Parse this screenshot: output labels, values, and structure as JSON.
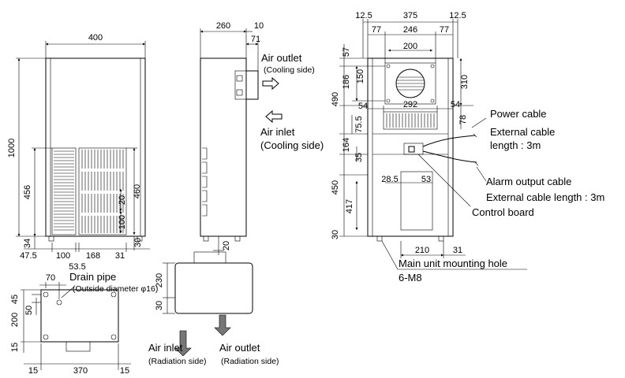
{
  "front_view": {
    "width": "400",
    "height": "1000",
    "dim_456": "456",
    "dim_460": "460",
    "dim_20": "20",
    "dim_100": "100",
    "dim_30": "30",
    "dim_34": "34",
    "dim_47_5": "47.5",
    "dim_100b": "100",
    "dim_168": "168",
    "dim_31": "31",
    "dim_53_5": "53.5"
  },
  "side_view": {
    "depth": "260",
    "dim_10": "10",
    "dim_71": "71",
    "dim_20": "20",
    "air_outlet": "Air outlet",
    "cooling_side_1": "(Cooling side)",
    "air_inlet": "Air inlet",
    "cooling_side_2": "(Cooling side)"
  },
  "rear_view": {
    "dim_12_5_l": "12.5",
    "dim_375": "375",
    "dim_12_5_r": "12.5",
    "dim_77_l": "77",
    "dim_246": "246",
    "dim_77_r": "77",
    "dim_200": "200",
    "dim_57": "57",
    "dim_186": "186",
    "dim_150": "150",
    "dim_490": "490",
    "dim_310": "310",
    "dim_54_l": "54",
    "dim_292": "292",
    "dim_54_r": "54",
    "dim_78": "78",
    "dim_75_5": "75.5",
    "dim_164": "164",
    "dim_35": "35",
    "dim_28_5": "28.5",
    "dim_53": "53",
    "dim_450": "450",
    "dim_417": "417",
    "dim_30": "30",
    "dim_210": "210",
    "dim_31": "31",
    "power_cable": "Power cable",
    "ext_cable_1": "External cable",
    "ext_cable_2": "length : 3m",
    "alarm_cable": "Alarm output cable",
    "ext_cable_3": "External cable length : 3m",
    "control_board": "Control board",
    "mounting_hole": "Main unit mounting hole",
    "mounting_spec": "6-M8"
  },
  "bottom_view": {
    "drain_pipe": "Drain pipe",
    "drain_dia": "(Outside diameter φ16)",
    "dim_70": "70",
    "dim_45": "45",
    "dim_50": "50",
    "dim_200": "200",
    "dim_15_v": "15",
    "dim_15_l": "15",
    "dim_370": "370",
    "dim_15_r": "15"
  },
  "bottom_side": {
    "dim_230": "230",
    "dim_30": "30",
    "air_inlet": "Air inlet",
    "radiation_side_1": "(Radiation side)",
    "air_outlet": "Air outlet",
    "radiation_side_2": "(Radiation side)"
  }
}
